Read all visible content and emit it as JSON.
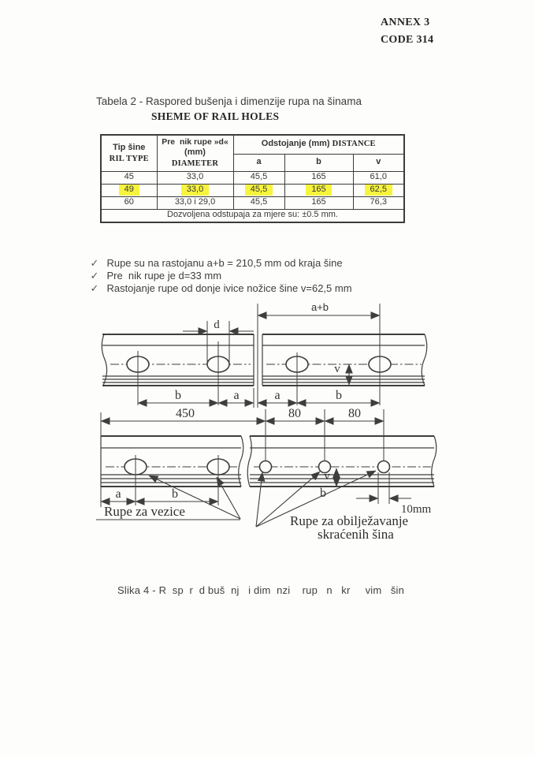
{
  "header": {
    "annex": "ANNEX 3",
    "code": "CODE 314"
  },
  "title": {
    "line1": "Tabela 2 - Raspored bušenja i dimenzije rupa na šinama",
    "line2": "SHEME OF RAIL HOLES"
  },
  "table": {
    "col1_header": {
      "line1": "Tip šine",
      "line2": "RIL TYPE"
    },
    "col2_header": {
      "line1": "Pre  nik rupe »d«",
      "line2": "(mm)",
      "line3": "DIAMETER"
    },
    "distance_header": {
      "line1": "Odstojanje (mm)",
      "line2": "DISTANCE"
    },
    "sub_headers": [
      "a",
      "b",
      "v"
    ],
    "rows": [
      {
        "type": "45",
        "diameter": "33,0",
        "a": "45,5",
        "b": "165",
        "v": "61,0",
        "highlighted": false
      },
      {
        "type": "49",
        "diameter": "33,0",
        "a": "45,5",
        "b": "165",
        "v": "62,5",
        "highlighted": true
      },
      {
        "type": "60",
        "diameter": "33,0 i 29,0",
        "a": "45,5",
        "b": "165",
        "v": "76,3",
        "highlighted": false
      }
    ],
    "footer": "Dozvoljena odstupaja za mjere su: ±0.5 mm.",
    "highlight_color": "#f7f43e"
  },
  "notes": {
    "bullet": "✓",
    "items": [
      "Rupe su na rastojanu a+b = 210,5 mm od kraja šine",
      "Pre  nik rupe je d=33 mm",
      "Rastojanje rupe od donje ivice nožice šine v=62,5 mm"
    ]
  },
  "diagram1": {
    "labels": {
      "d": "d",
      "a_plus_b": "a+b",
      "v": "v",
      "b_left": "b",
      "a_left": "a",
      "a_right": "a",
      "b_right": "b"
    }
  },
  "diagram2": {
    "labels": {
      "dim_450": "450",
      "dim_80a": "80",
      "dim_80b": "80",
      "a": "a",
      "b_left": "b",
      "v": "v",
      "b_right": "b",
      "dim_10mm": "10mm",
      "holes_left": "Rupe za vezice",
      "holes_right_line1": "Rupe za obilježavanje",
      "holes_right_line2": "skraćenih šina"
    }
  },
  "caption": "Slika 4 - R  sp  r  d buš  nj   i dim  nzi    rup   n   kr     vim   šin"
}
